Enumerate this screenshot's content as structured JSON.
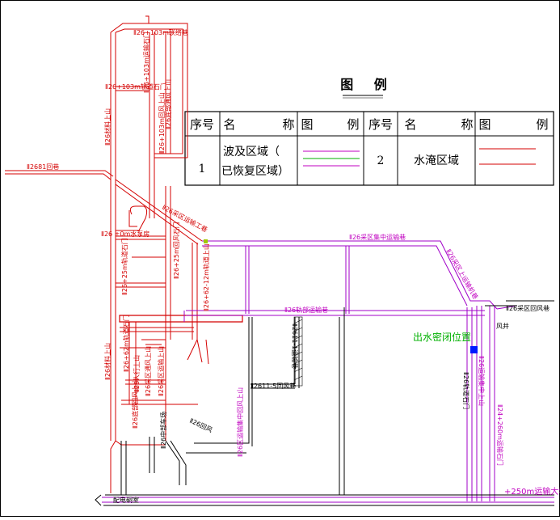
{
  "legend": {
    "title": "图 例",
    "headers": [
      "序号",
      "名",
      "称",
      "图",
      "例",
      "序号",
      "名",
      "称",
      "图",
      "例"
    ],
    "row": {
      "num1": "1",
      "name1_line1": "波及区域（",
      "name1_line2": "已恢复区域）",
      "num2": "2",
      "name2": "水淹区域"
    }
  },
  "labels": {
    "top_up_a": "Ⅱ26+103m联络巷",
    "top_up_b": "Ⅱ26+103m轨道石门",
    "vert_a": "Ⅱ26+103m运输石门",
    "vert_b": "Ⅱ26+103m回风上山",
    "vert_c": "Ⅱ26底部通风上山",
    "vert_d": "Ⅱ26材料上山",
    "return_left": "Ⅱ2681回巷",
    "slant_1": "Ⅱ26采区运输工巷",
    "pump_room": "Ⅱ26 ±0m水泵房",
    "rail_25": "Ⅱ26+25m轨道石门",
    "air_25": "Ⅱ26+25m回风石门",
    "neg_track": "Ⅱ26+62-12m轨道上山",
    "top_conv": "Ⅱ26采区集中运输巷",
    "diag_conv": "Ⅱ26采区上运输机巷",
    "right_return": "Ⅱ26采区回风巷",
    "air_shaft": "风井",
    "mid_conv": "Ⅱ26轨部运输巷",
    "left_rail2": "Ⅱ26+62m轨道石门",
    "left_mat2": "Ⅱ26材料上山",
    "left_personal": "Ⅱ26人行上山",
    "left_mid": "Ⅱ26采区通风上山",
    "left_main": "Ⅱ26采区运输上山",
    "mid_vert": "Ⅱ2611-1运输巷",
    "bottom_return": "Ⅱ2611-5回风巷",
    "diag_bottom": "Ⅱ26区运输集中回风上山",
    "left_bottom": "Ⅱ26底部回风上山",
    "left_station": "Ⅱ26中部车场",
    "right_vert1": "Ⅱ26轨道石门",
    "right_vert2": "Ⅱ26运输集中上山",
    "right_vert3": "Ⅱ24+260m运输石门",
    "small_diag": "Ⅱ26回风",
    "water_gate": "出水密闭位置",
    "bottom_main": "+250m运输大巷",
    "bottom_left": "配电硐室"
  }
}
